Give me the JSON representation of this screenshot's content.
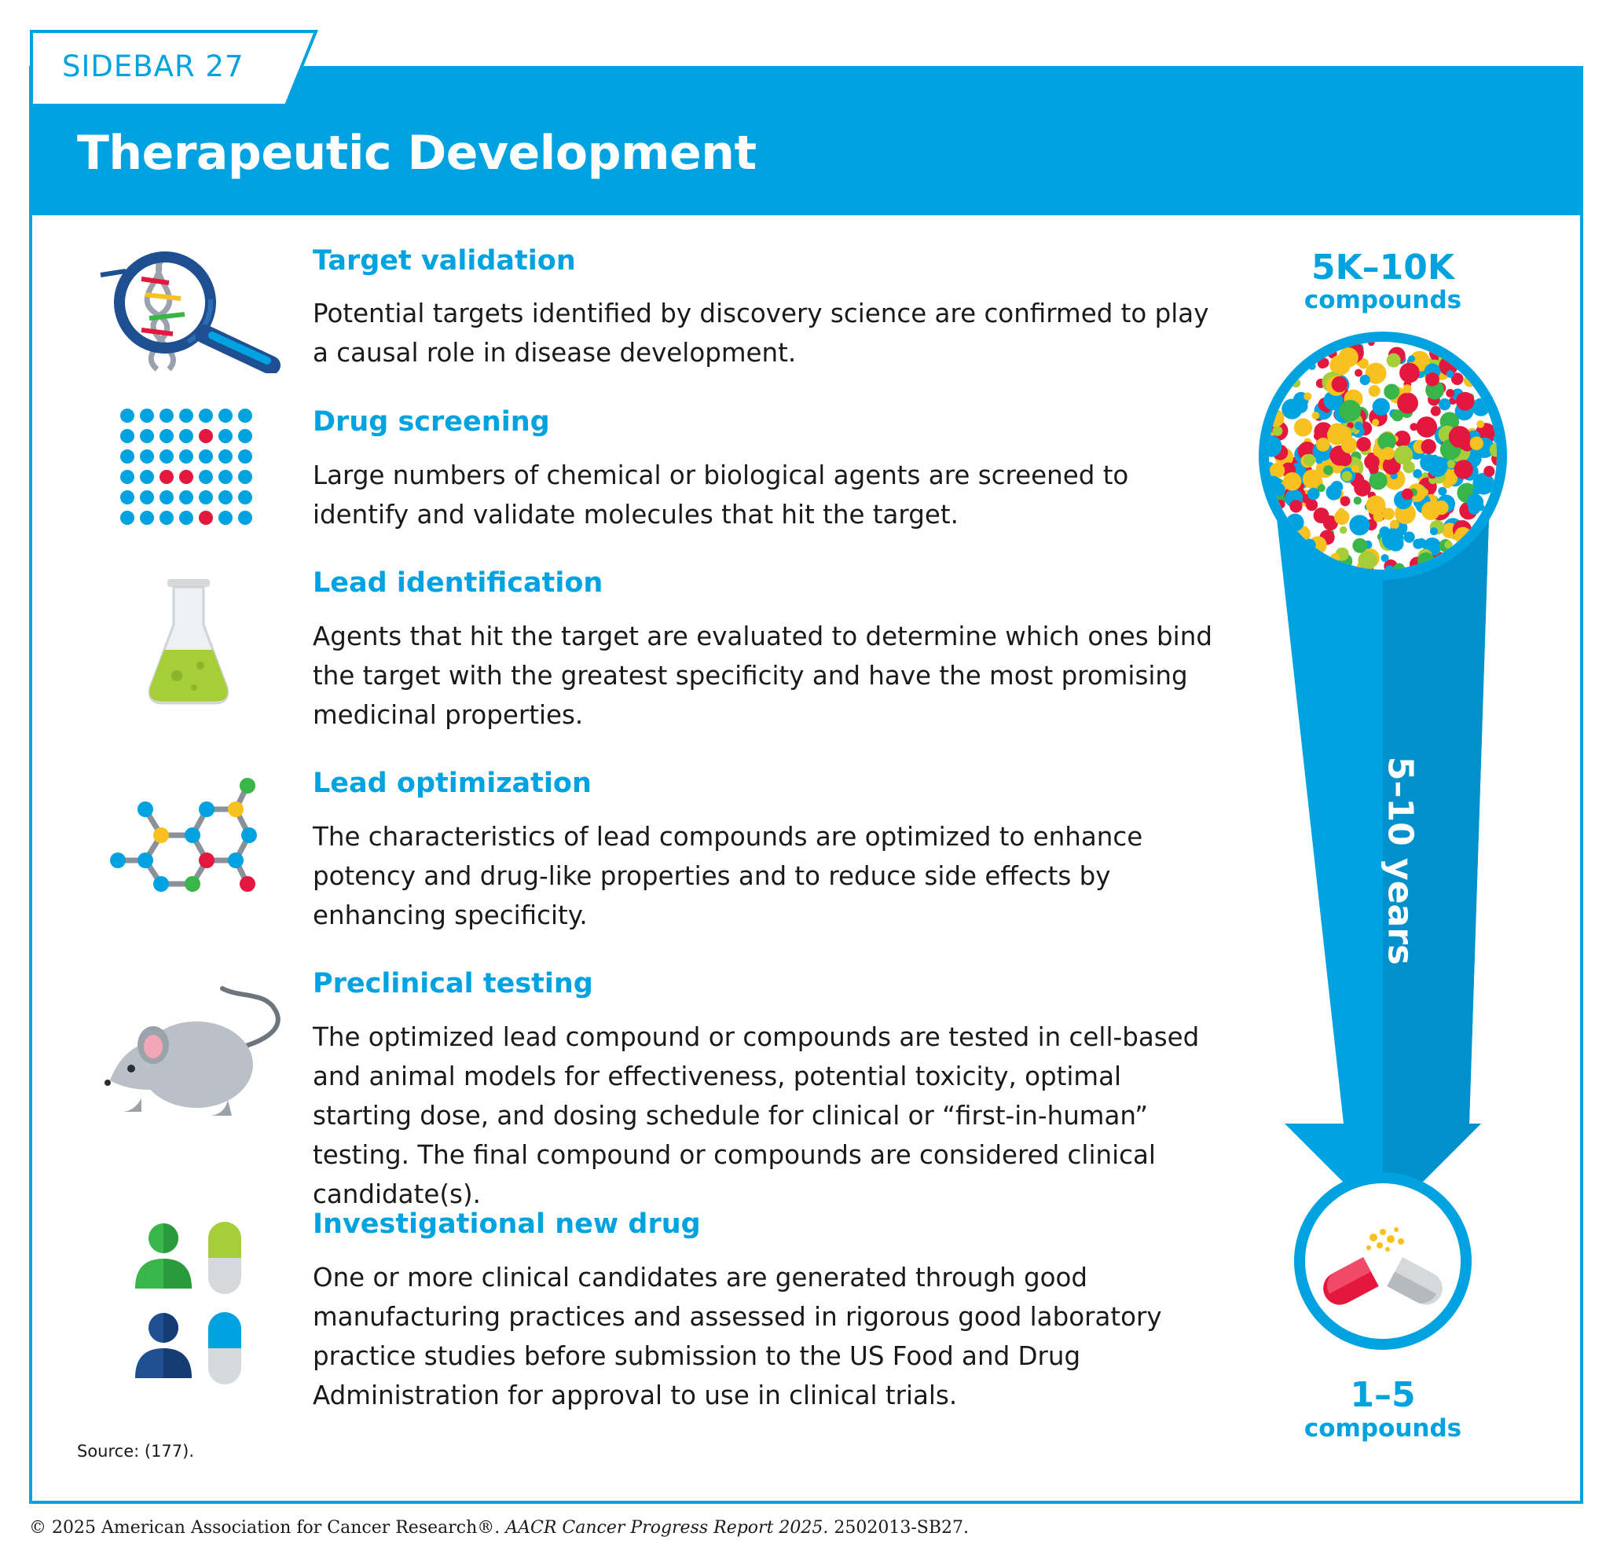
{
  "sidebar_label": "SIDEBAR 27",
  "title": "Therapeutic Development",
  "steps": [
    {
      "title": "Target validation",
      "description": "Potential targets identified by discovery science are confirmed to play a causal role in disease development.",
      "icon": "dna-magnifier-icon"
    },
    {
      "title": "Drug screening",
      "description": "Large numbers of chemical or biological agents are screened to identify and validate molecules that hit the target.",
      "icon": "screening-plate-icon"
    },
    {
      "title": "Lead identification",
      "description": "Agents that hit the target are evaluated to determine which ones bind the target with the greatest specificity and have the most promising medicinal properties.",
      "icon": "flask-icon"
    },
    {
      "title": "Lead optimization",
      "description": "The characteristics of lead compounds are optimized to enhance potency and drug-like properties and to reduce side effects by enhancing specificity.",
      "icon": "molecule-icon"
    },
    {
      "title": "Preclinical testing",
      "description": "The optimized lead compound or compounds are tested in cell-based and animal models for effectiveness, potential toxicity, optimal starting dose, and dosing schedule for clinical or “first-in-human” testing. The final compound or compounds are considered clinical candidate(s).",
      "icon": "mouse-icon"
    },
    {
      "title": "Investigational new drug",
      "description": "One or more clinical candidates are generated through good manufacturing practices and assessed in rigorous good laboratory practice studies before submission to the US Food and Drug Administration for approval to use in clinical trials.",
      "icon": "people-capsules-icon"
    }
  ],
  "funnel": {
    "start_count": "5K–10K",
    "start_unit": "compounds",
    "duration": "5–10 years",
    "end_count": "1–5",
    "end_unit": "compounds"
  },
  "source": "Source: (177).",
  "copyright": {
    "prefix": "© 2025 American Association for Cancer Research®. ",
    "report": "AACR Cancer Progress Report 2025.",
    "code": " 2502013-SB27."
  },
  "colors": {
    "brand_blue": "#00a3e0",
    "dark_blue": "#1d4f91",
    "red": "#e4173e",
    "yellow": "#f7c21f",
    "green": "#39b54a",
    "lime": "#a6ce39"
  }
}
